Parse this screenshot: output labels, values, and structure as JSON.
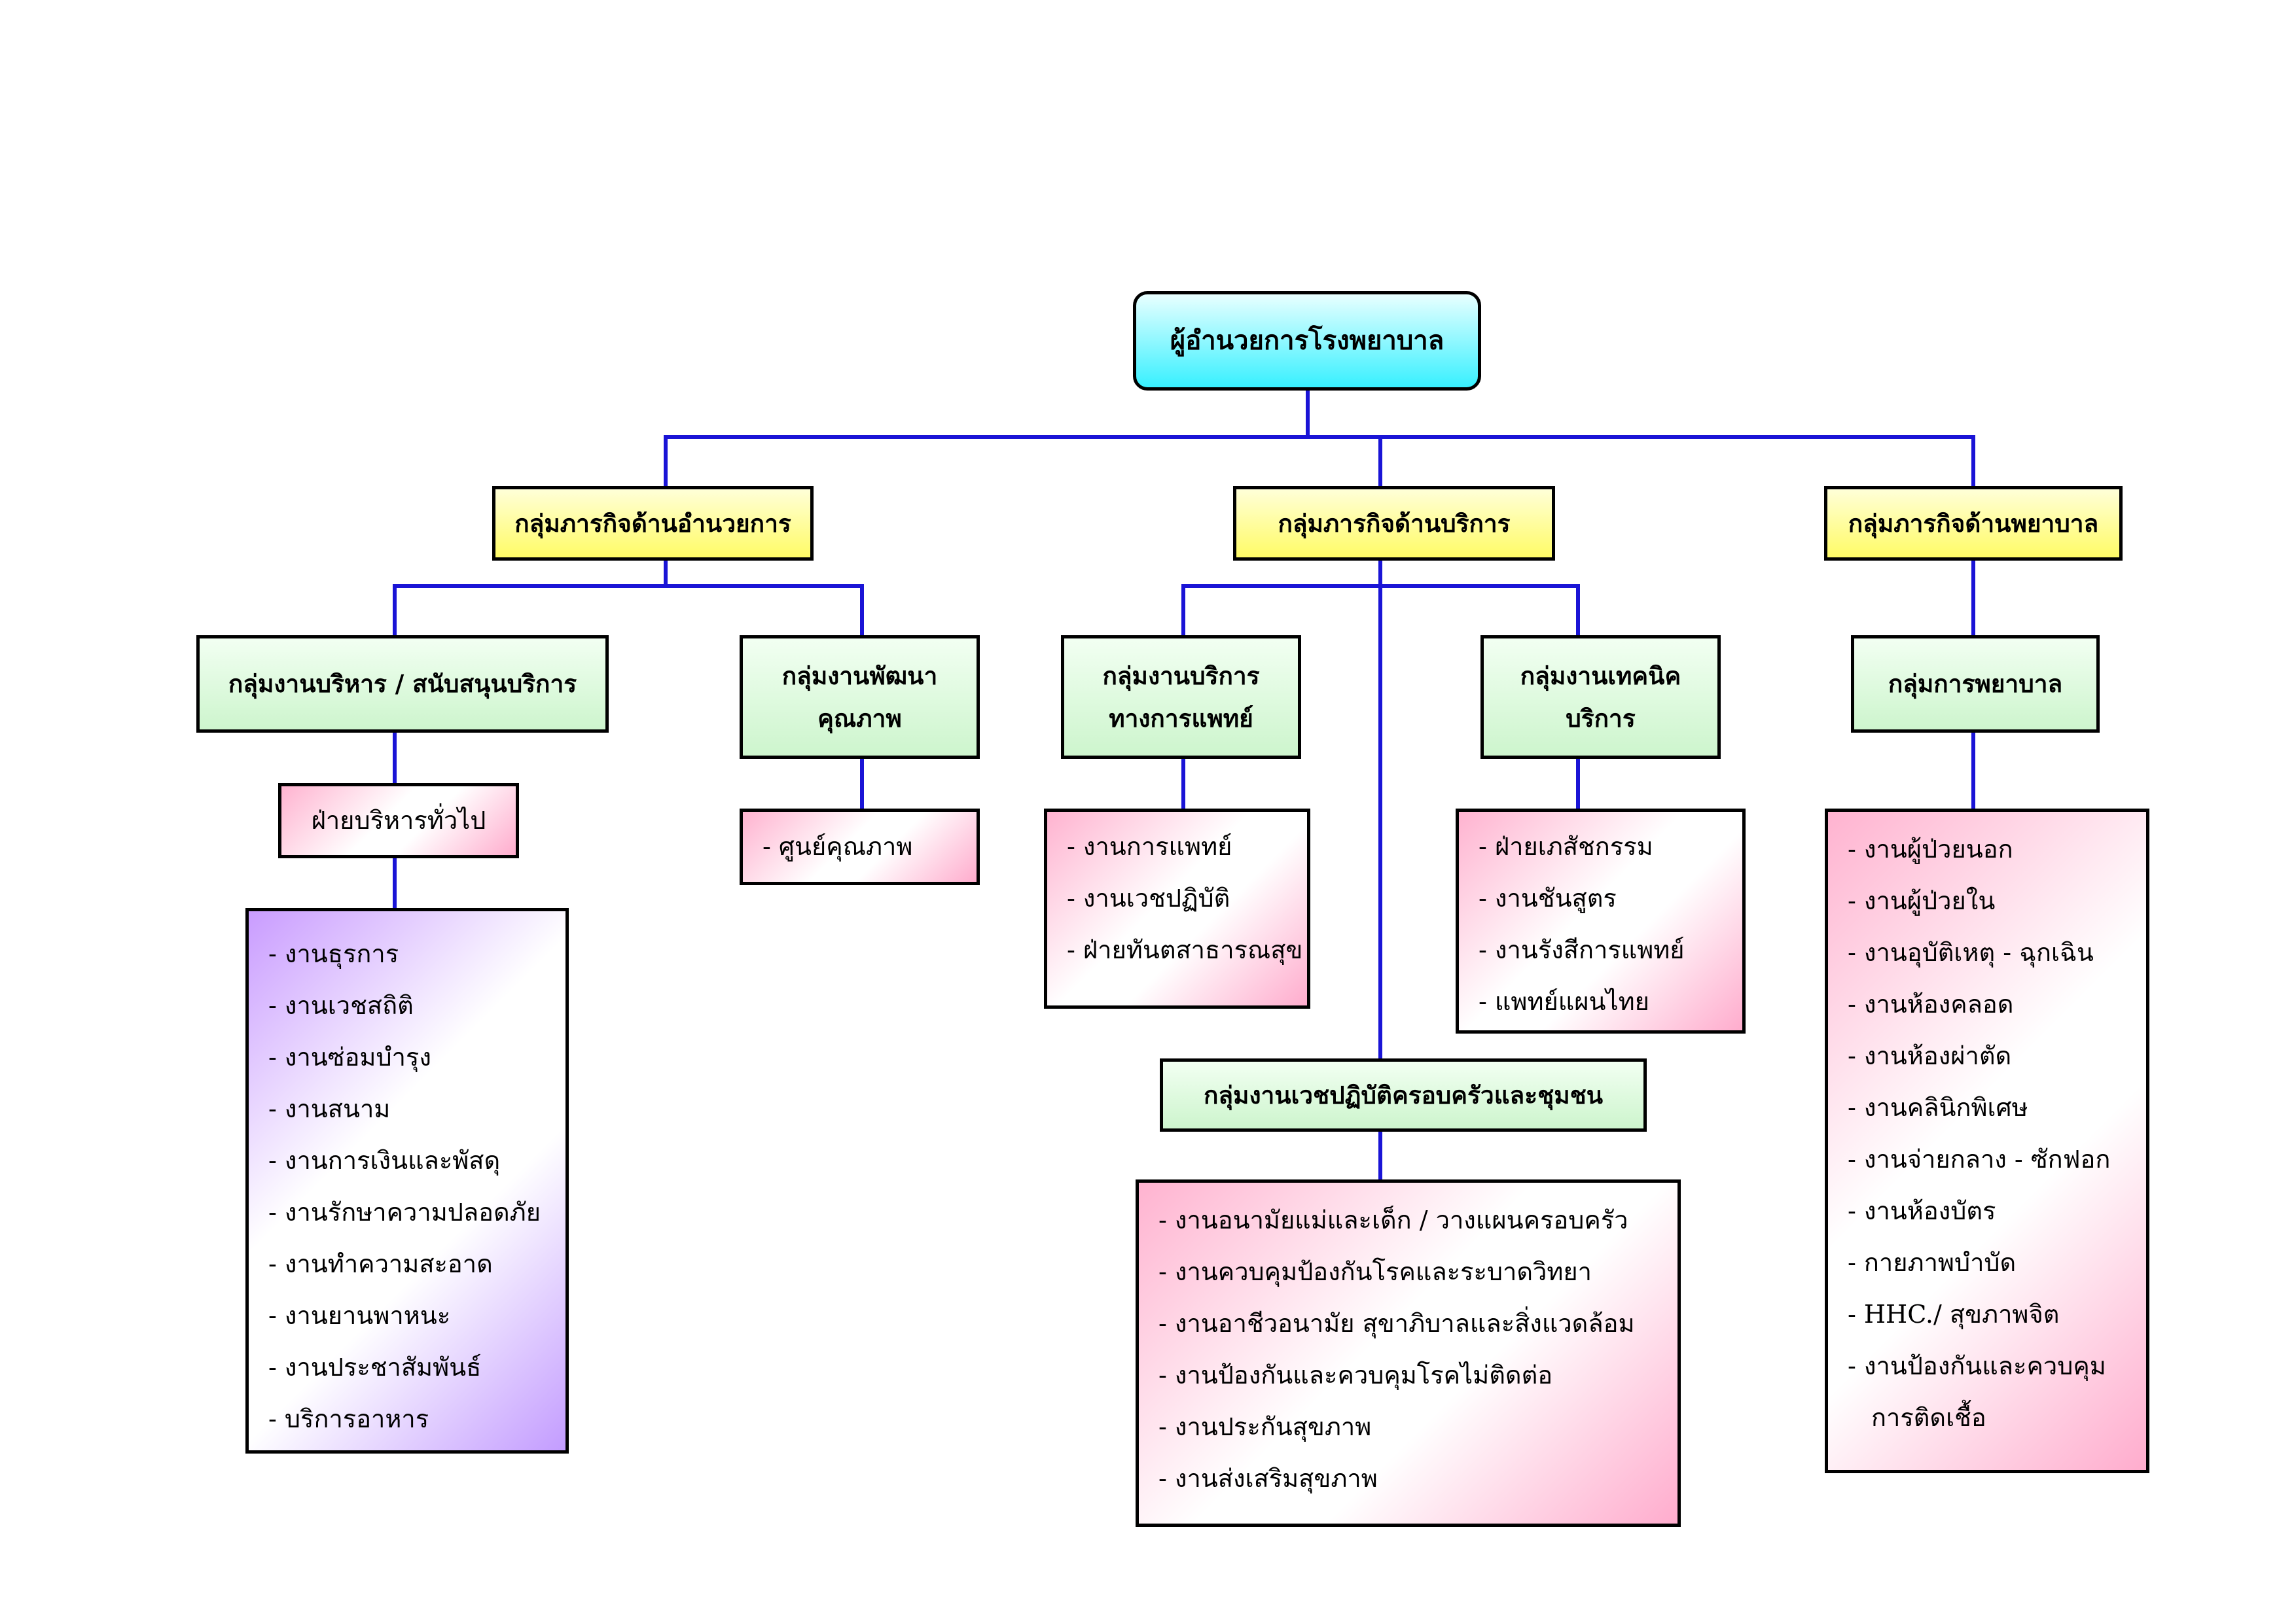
{
  "director": "ผู้อำนวยการโรงพยาบาล",
  "missions": {
    "admin": "กลุ่มภารกิจด้านอำนวยการ",
    "service": "กลุ่มภารกิจด้านบริการ",
    "nursing": "กลุ่มภารกิจด้านพยาบาล"
  },
  "groups": {
    "admin_support": "กลุ่มงานบริหาร / สนับสนุนบริการ",
    "quality_dev": [
      "กลุ่มงานพัฒนา",
      "คุณภาพ"
    ],
    "medical_service": [
      "กลุ่มงานบริการ",
      "ทางการแพทย์"
    ],
    "technical_service": [
      "กลุ่มงานเทคนิค",
      "บริการ"
    ],
    "nursing": "กลุ่มการพยาบาล",
    "family_medicine": "กลุ่มงานเวชปฏิบัติครอบครัวและชุมชน"
  },
  "general_admin": "ฝ่ายบริหารทั่วไป",
  "lists": {
    "general_admin_items": [
      "- งานธุรการ",
      "- งานเวชสถิติ",
      "- งานซ่อมบำรุง",
      "- งานสนาม",
      "- งานการเงินและพัสดุ",
      "- งานรักษาความปลอดภัย",
      "- งานทำความสะอาด",
      "- งานยานพาหนะ",
      "- งานประชาสัมพันธ์",
      "- บริการอาหาร"
    ],
    "quality_items": [
      "- ศูนย์คุณภาพ"
    ],
    "medical_items": [
      "- งานการแพทย์",
      "- งานเวชปฏิบัติ",
      "- ฝ่ายทันตสาธารณสุข"
    ],
    "technical_items": [
      "- ฝ่ายเภสัชกรรม",
      "- งานชันสูตร",
      "- งานรังสีการแพทย์",
      "- แพทย์แผนไทย"
    ],
    "family_items": [
      "- งานอนามัยแม่และเด็ก / วางแผนครอบครัว",
      "- งานควบคุมป้องกันโรคและระบาดวิทยา",
      "- งานอาชีวอนามัย สุขาภิบาลและสิ่งแวดล้อม",
      "- งานป้องกันและควบคุมโรคไม่ติดต่อ",
      "- งานประกันสุขภาพ",
      "- งานส่งเสริมสุขภาพ"
    ],
    "nursing_items": [
      "- งานผู้ป่วยนอก",
      "- งานผู้ป่วยใน",
      "- งานอุบัติเหตุ - ฉุกเฉิน",
      "- งานห้องคลอด",
      "- งานห้องผ่าตัด",
      "- งานคลินิกพิเศษ",
      "- งานจ่ายกลาง - ซักฟอก",
      "- งานห้องบัตร",
      "- กายภาพบำบัด",
      "- HHC./ สุขภาพจิต",
      "- งานป้องกันและควบคุม",
      "การติดเชื้อ"
    ]
  },
  "colors": {
    "connector": "#1a14d6",
    "root_fill": "#38f0ff",
    "mission_fill": "#fffb66",
    "group_fill": "#cdf5cd",
    "list_accent_pink": "#ffaccd",
    "list_accent_purple": "#c39cff"
  }
}
